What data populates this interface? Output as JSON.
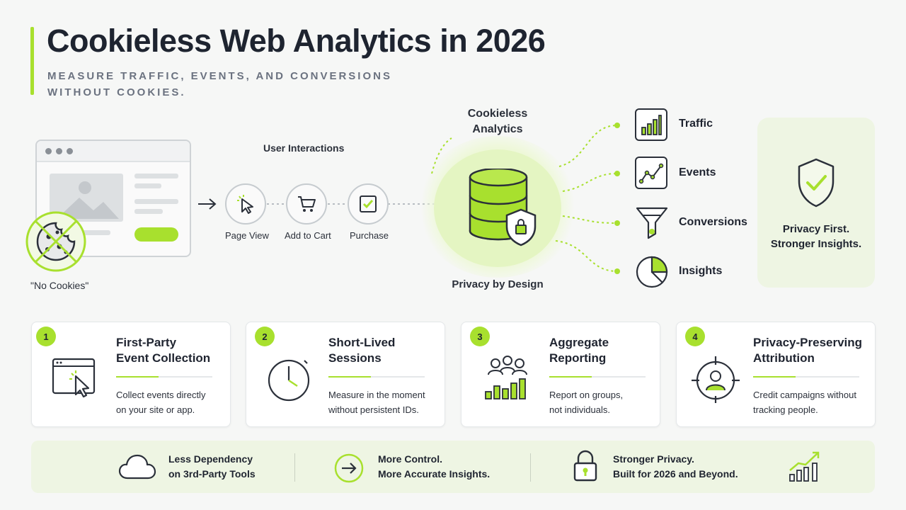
{
  "header": {
    "title": "Cookieless Web Analytics in 2026",
    "subtitle": "MEASURE TRAFFIC, EVENTS, AND CONVERSIONS WITHOUT COOKIES."
  },
  "left": {
    "no_cookies_label": "\"No Cookies\""
  },
  "flow": {
    "title": "User Interactions",
    "steps": [
      {
        "label": "Page View",
        "icon": "cursor-icon"
      },
      {
        "label": "Add to Cart",
        "icon": "cart-icon"
      },
      {
        "label": "Purchase",
        "icon": "checkbox-icon"
      }
    ]
  },
  "hub": {
    "title_line1": "Cookieless",
    "title_line2": "Analytics",
    "caption": "Privacy by Design"
  },
  "outputs": [
    {
      "label": "Traffic",
      "icon": "bar-chart-icon"
    },
    {
      "label": "Events",
      "icon": "line-chart-icon"
    },
    {
      "label": "Conversions",
      "icon": "funnel-icon"
    },
    {
      "label": "Insights",
      "icon": "pie-chart-icon"
    }
  ],
  "privacy_card": {
    "line1": "Privacy First.",
    "line2": "Stronger Insights."
  },
  "cards": [
    {
      "number": "1",
      "title_line1": "First-Party",
      "title_line2": "Event Collection",
      "desc_line1": "Collect events directly",
      "desc_line2": "on your site or app.",
      "icon": "browser-click-icon"
    },
    {
      "number": "2",
      "title_line1": "Short-Lived",
      "title_line2": "Sessions",
      "desc_line1": "Measure in the moment",
      "desc_line2": "without persistent IDs.",
      "icon": "stopwatch-icon"
    },
    {
      "number": "3",
      "title_line1": "Aggregate",
      "title_line2": "Reporting",
      "desc_line1": "Report on groups,",
      "desc_line2": "not individuals.",
      "icon": "group-chart-icon"
    },
    {
      "number": "4",
      "title_line1": "Privacy-Preserving",
      "title_line2": "Attribution",
      "desc_line1": "Credit campaigns without",
      "desc_line2": "tracking people.",
      "icon": "target-person-icon"
    }
  ],
  "footer": [
    {
      "line1": "Less Dependency",
      "line2": "on 3rd-Party Tools",
      "icon": "cloud-icon"
    },
    {
      "line1": "More Control.",
      "line2": "More Accurate Insights.",
      "icon": "arrow-circle-icon"
    },
    {
      "line1": "Stronger Privacy.",
      "line2": "Built for 2026 and Beyond.",
      "icon": "padlock-icon"
    }
  ],
  "colors": {
    "accent": "#a8e02e",
    "text": "#1f2430",
    "muted": "#6b7280"
  }
}
